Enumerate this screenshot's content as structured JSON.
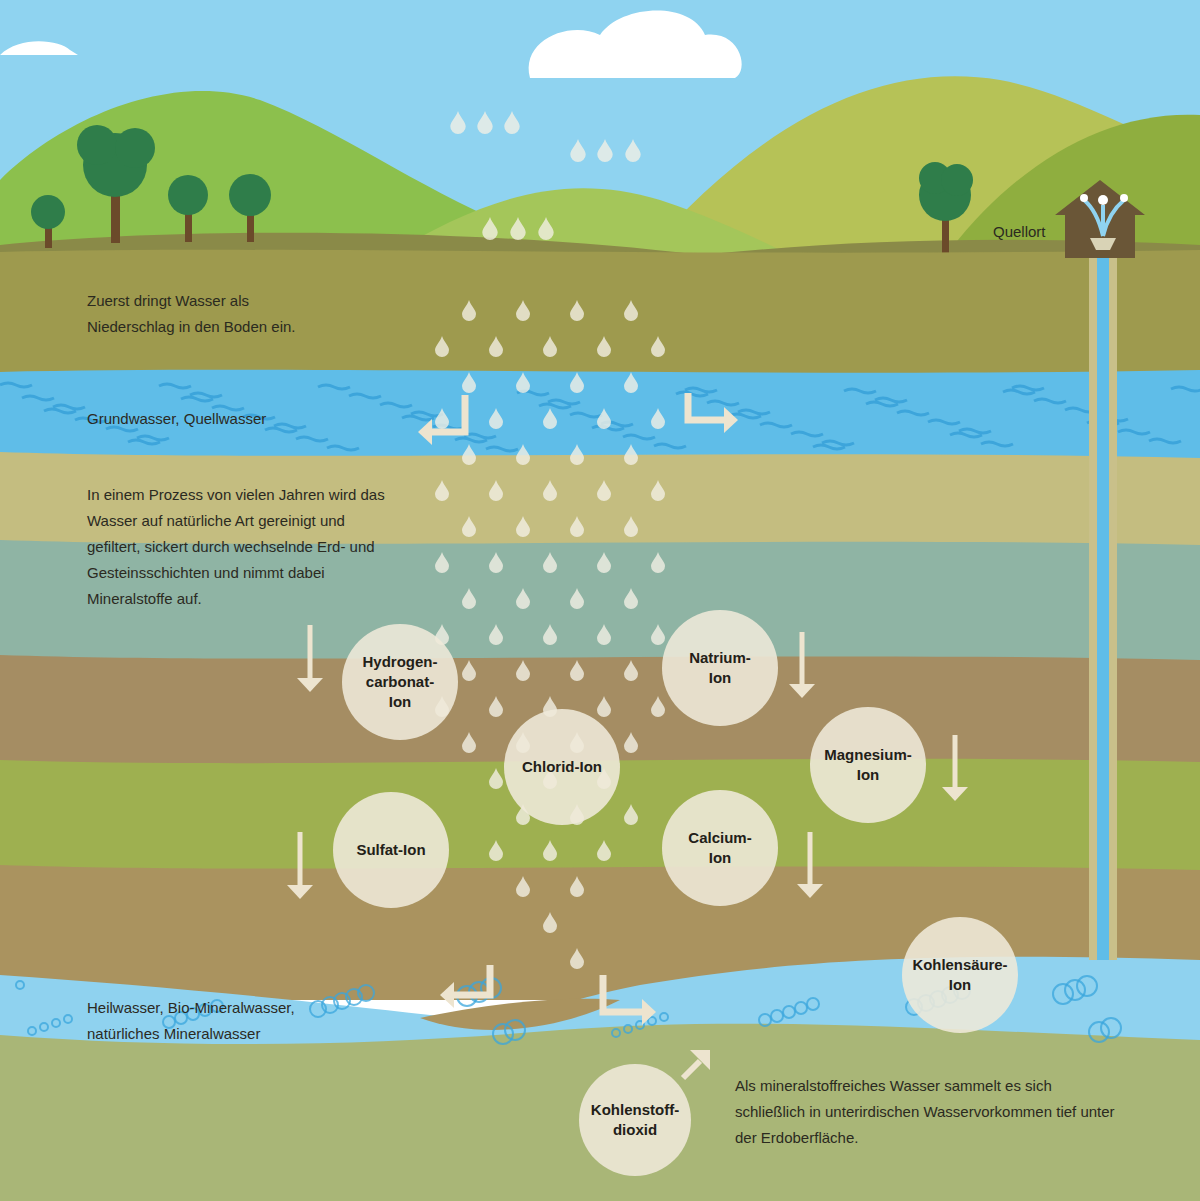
{
  "diagram": {
    "nodes": [
      {
        "text": [
          "Hydrogen- carbonat- Ion"
        ]
      },
      {
        "text": [
          "Natrium- Ion"
        ]
      },
      {
        "text": [
          "Chlorid-Ion"
        ]
      },
      {
        "text": [
          "Magnesium- Ion"
        ]
      },
      {
        "text": [
          "Sulfat-Ion"
        ]
      },
      {
        "text": [
          "Calcium- Ion"
        ]
      },
      {
        "text": [
          "Kohlensäure- Ion"
        ]
      },
      {
        "text": [
          "Kohlenstoff- dioxid"
        ]
      }
    ],
    "labels": [
      "Quellort",
      "Zuerst dringt Wasser als Niederschlag in den Boden ein.",
      "Grundwasser, Quellwasser",
      "In einem Prozess von vielen Jahren wird das Wasser auf natürliche Art gereinigt und gefiltert, sickert durch wechselnde Erd- und Gesteinsschichten und nimmt dabei Mineralstoffe auf.",
      "Heilwasser, Bio-Mineralwasser, natürliches Mineralwasser",
      "Als mineralstoffreiches Wasser sammelt es sich schließlich in unterirdischen Wasservorkommen tief unter der Erdoberfläche."
    ]
  }
}
